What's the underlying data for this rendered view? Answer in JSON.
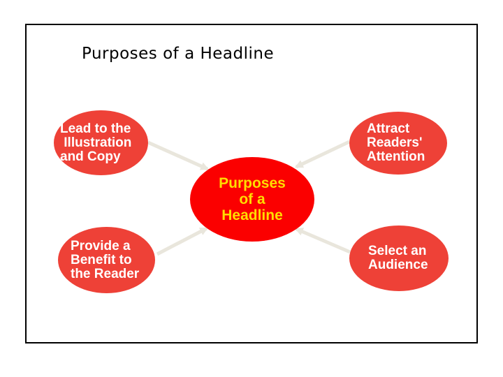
{
  "slide": {
    "title": "Purposes of a Headline",
    "center_node": {
      "lines": [
        "Purposes",
        "of a",
        "Headline"
      ]
    },
    "nodes": {
      "top_left": {
        "lines": [
          "Lead to the",
          " Illustration",
          "and Copy"
        ]
      },
      "top_right": {
        "lines": [
          "Attract",
          "Readers'",
          "Attention"
        ]
      },
      "bottom_left": {
        "lines": [
          "Provide a",
          "Benefit to",
          "the Reader"
        ]
      },
      "bottom_right": {
        "lines": [
          "Select an",
          "Audience"
        ]
      }
    },
    "colors": {
      "title_text": "#000000",
      "slide_border": "#000000",
      "node_fill": "#ee4137",
      "node_text": "#ffffff",
      "center_fill": "#fb0000",
      "center_text": "#ffdd00",
      "arrow": "#e9e6dc"
    }
  }
}
